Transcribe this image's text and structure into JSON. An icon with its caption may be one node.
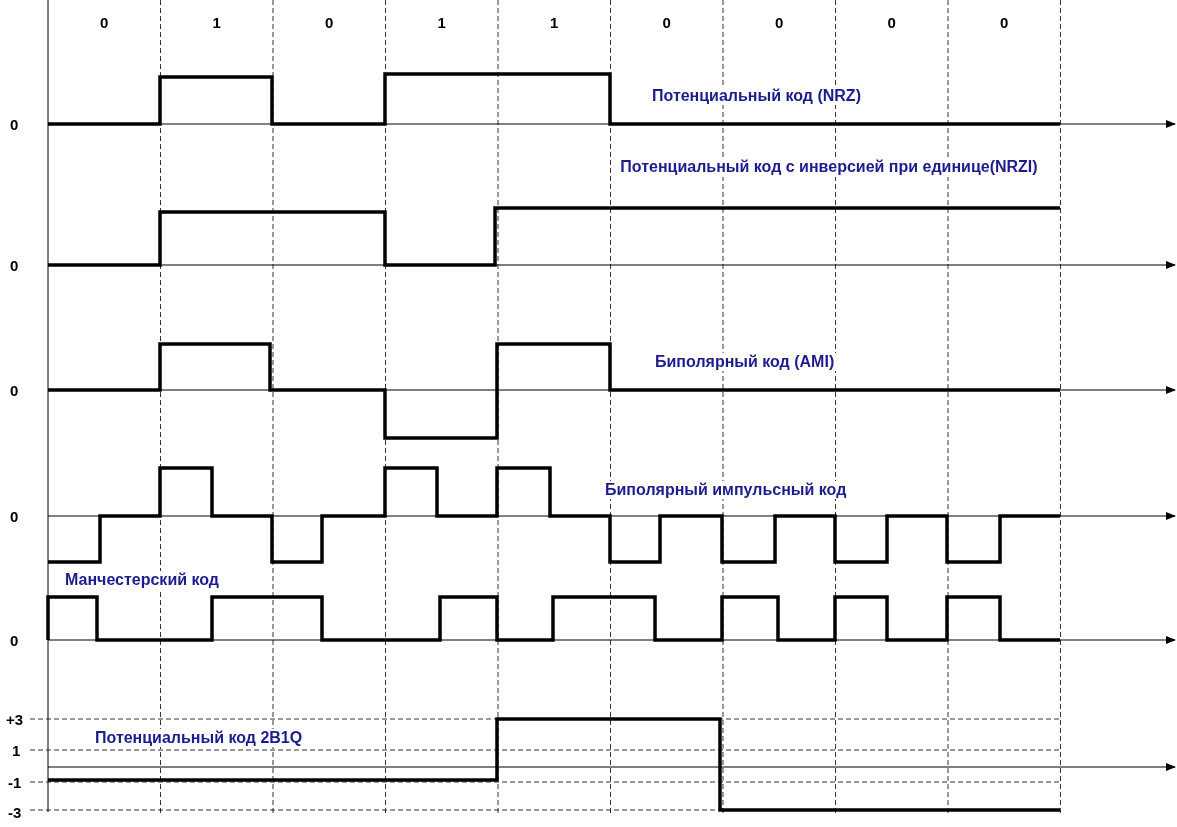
{
  "diagram": {
    "labels": [
      "0",
      "1",
      "0",
      "1",
      "1",
      "0",
      "0",
      "0",
      "0",
      "Потенциальный код (NRZ)",
      "0",
      "Потенциальный код с инверсией при единице(NRZI)",
      "0",
      "Биполярный код (AMI)",
      "0",
      "Биполярный импульсный код",
      "0",
      "Манчестерский код",
      "0",
      "+3",
      "Потенциальный код 2B1Q",
      "1",
      "-1",
      "-3"
    ]
  }
}
